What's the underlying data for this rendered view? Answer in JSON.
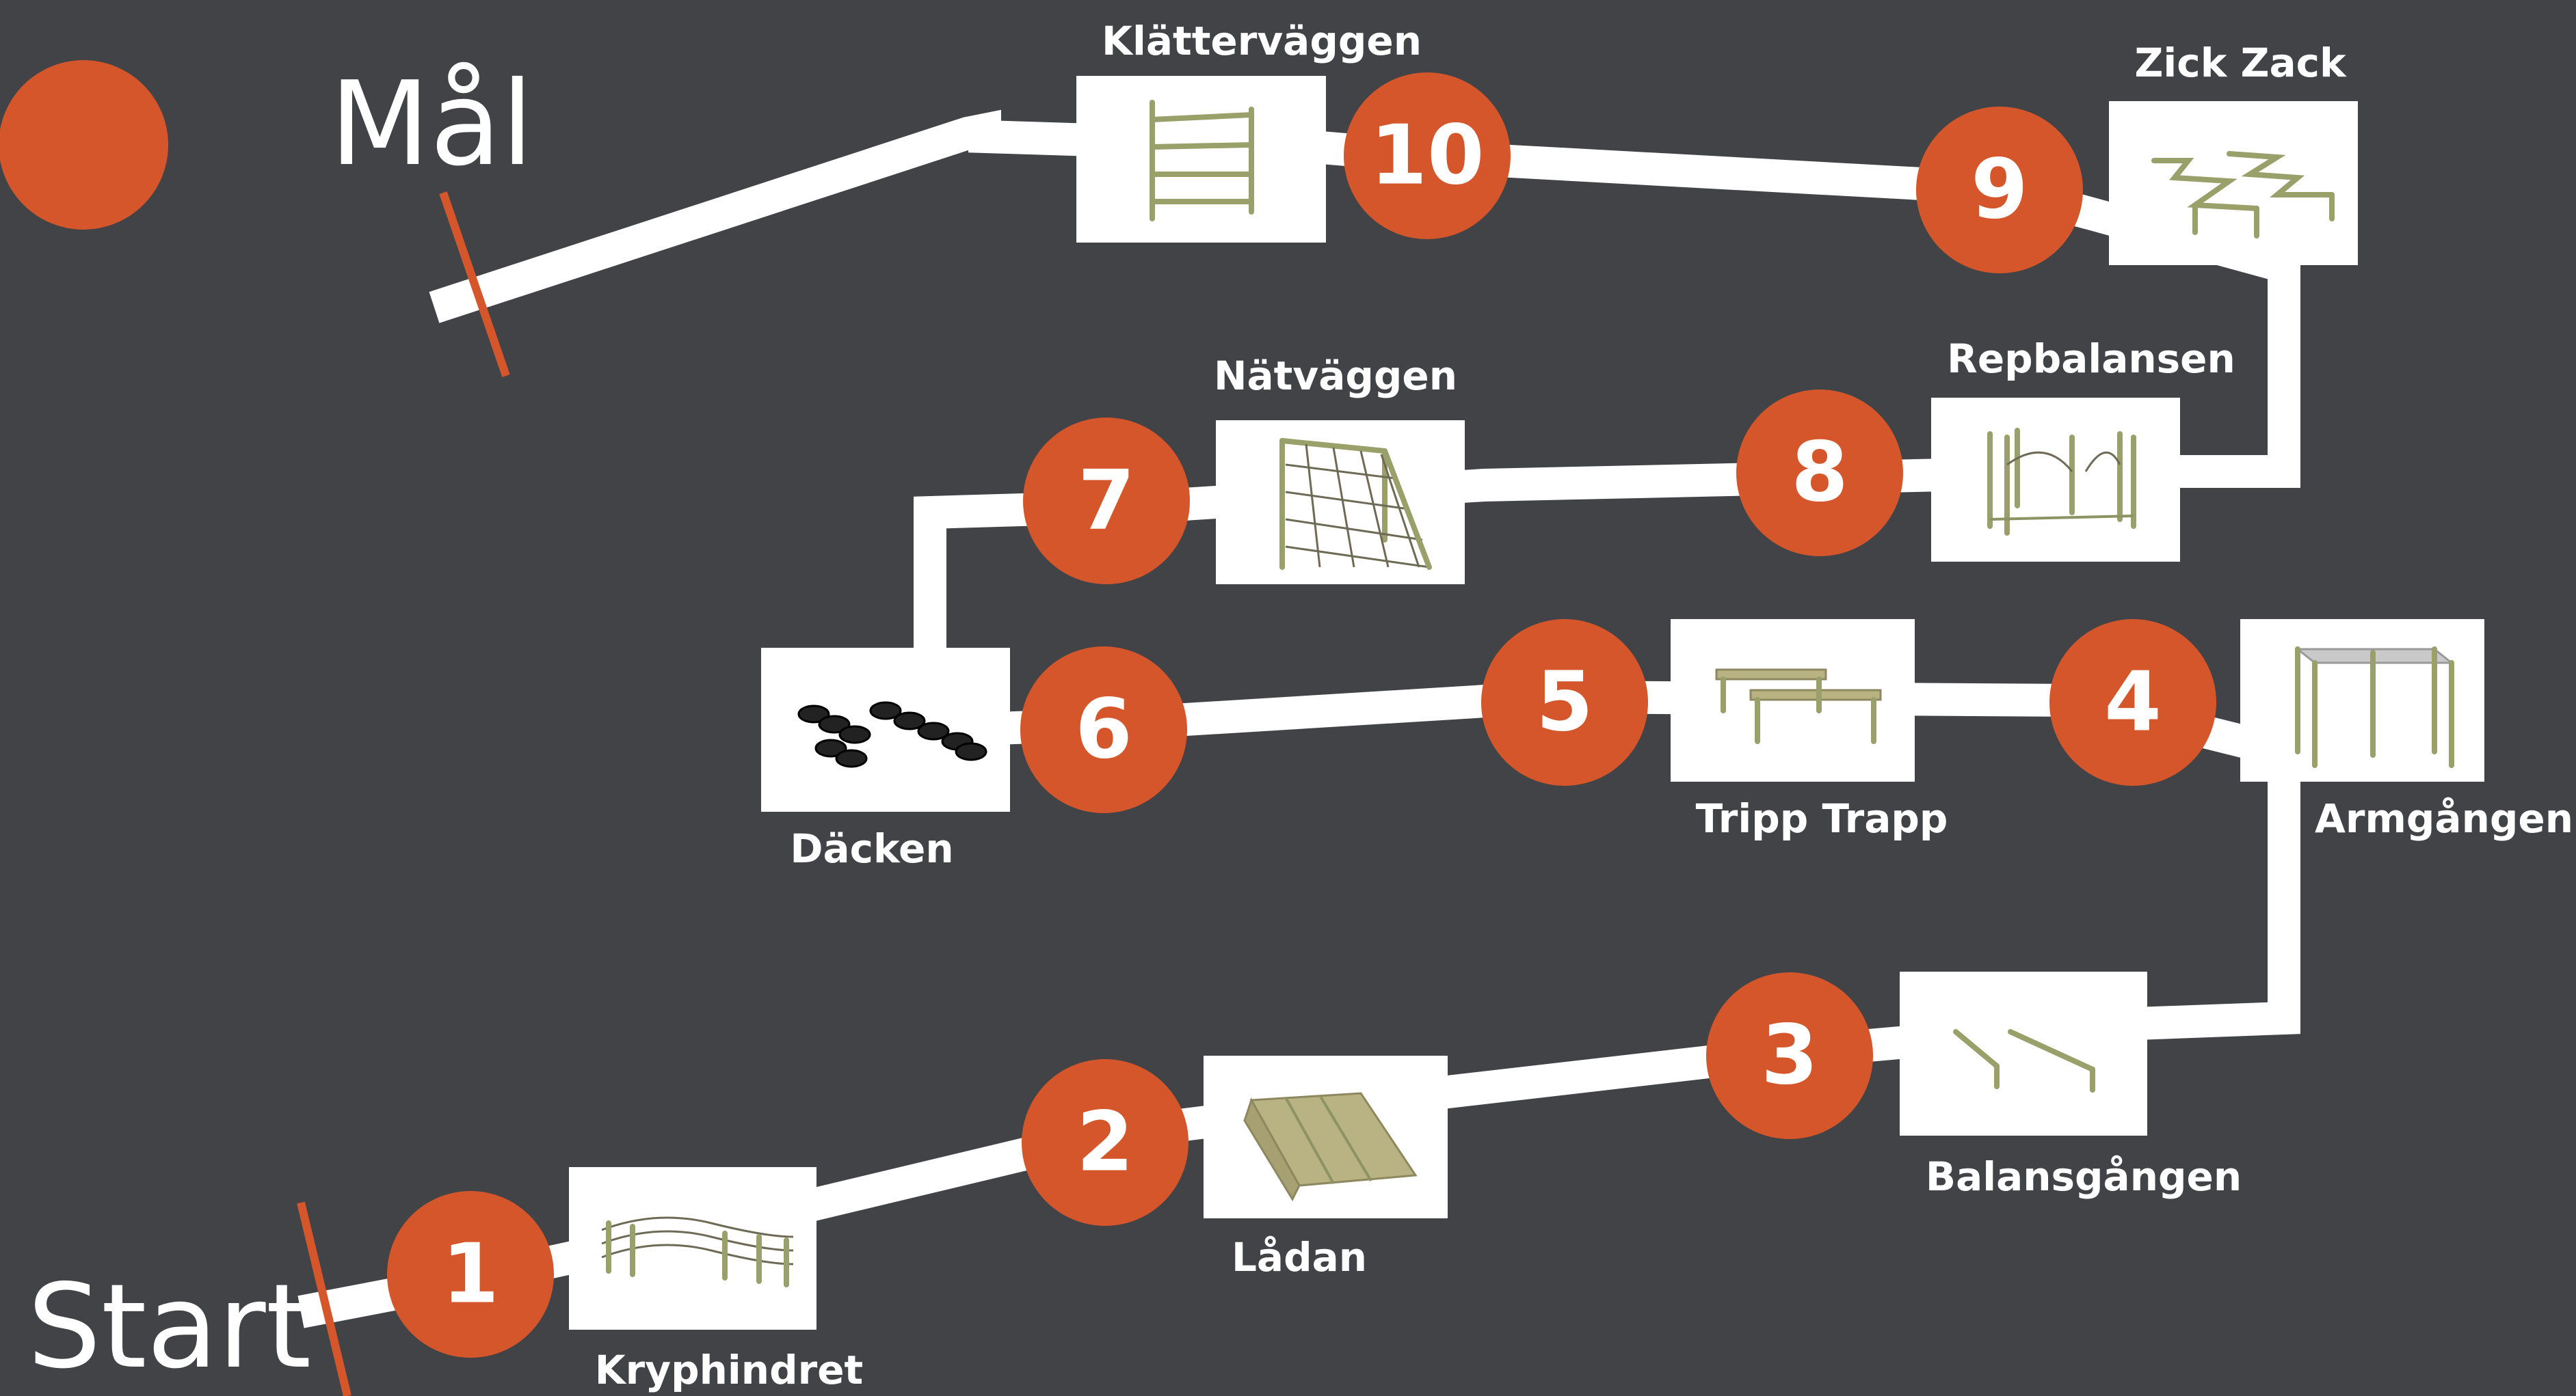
{
  "start_label": "Start",
  "goal_label": "Mål",
  "colors": {
    "background": "#414347",
    "accent": "#d4562a",
    "path": "#ffffff"
  },
  "stations": [
    {
      "number": "1",
      "name": "Kryphindret",
      "icon": "crawl-obstacle-icon"
    },
    {
      "number": "2",
      "name": "Lådan",
      "icon": "box-ramp-icon"
    },
    {
      "number": "3",
      "name": "Balansgången",
      "icon": "balance-beam-icon"
    },
    {
      "number": "4",
      "name": "Armgången",
      "icon": "monkey-bars-icon"
    },
    {
      "number": "5",
      "name": "Tripp Trapp",
      "icon": "step-hurdle-icon"
    },
    {
      "number": "6",
      "name": "Däcken",
      "icon": "tires-icon"
    },
    {
      "number": "7",
      "name": "Nätväggen",
      "icon": "net-wall-icon"
    },
    {
      "number": "8",
      "name": "Repbalansen",
      "icon": "rope-balance-icon"
    },
    {
      "number": "9",
      "name": "Zick Zack",
      "icon": "zigzag-beam-icon"
    },
    {
      "number": "10",
      "name": "Klätterväggen",
      "icon": "climbing-wall-icon"
    }
  ]
}
